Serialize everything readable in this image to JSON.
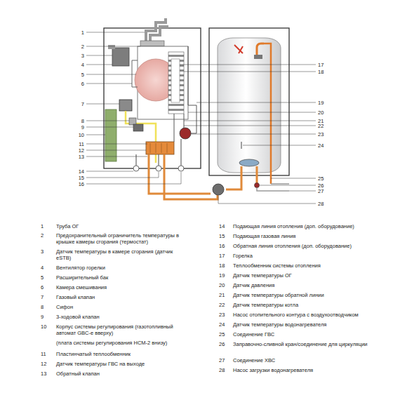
{
  "diagram": {
    "labels": [
      "1",
      "2",
      "3",
      "4",
      "5",
      "6",
      "7",
      "8",
      "9",
      "10",
      "11",
      "12",
      "13",
      "14",
      "15",
      "16",
      "17",
      "18",
      "19",
      "20",
      "21",
      "22",
      "23",
      "24",
      "25",
      "26",
      "27",
      "28",
      "1",
      "Труба ОГ",
      "2",
      "Предохранительный ограничитель температуры в крышке камеры сгорания (термостат)",
      "3",
      "Датчик температуры в камере сгорания (датчик eSTB)",
      "4",
      "Вентилятор горелки",
      "5",
      "Расширительный бак",
      "6",
      "Камера смешивания",
      "7",
      "Газовый клапан",
      "8",
      "Сифон",
      "9",
      "3-ходовой клапан",
      "10",
      "Корпус системы регулирования (газотопливный автомат GBC-e вверху)",
      "(плата системы регулирования HCM-2 внизу)",
      "11",
      "Пластинчатый теплообменник",
      "12",
      "Датчик температуры ГВС на выходе",
      "13",
      "Обратный клапан",
      "14",
      "Подающая линия отопления (доп. оборудование)",
      "15",
      "Подающая газовая линия",
      "16",
      "Обратная линия отопления (доп. оборудование)",
      "17",
      "Горелка",
      "18",
      "Теплообменник системы отопления",
      "19",
      "Датчик температуры ОГ",
      "20",
      "Датчик давления",
      "21",
      "Датчик температуры обратной линии",
      "22",
      "Датчик температуры котла",
      "23",
      "Насос отопительного контура с воздухоотводчиком",
      "24",
      "Датчик температуры водонагревателя",
      "25",
      "Соединение ГВС",
      "26",
      "Заправочно-сливной кран/соединение для циркуляции",
      "27",
      "Соединение ХВС",
      "28",
      "Насос загрузки водонагревателя"
    ]
  }
}
